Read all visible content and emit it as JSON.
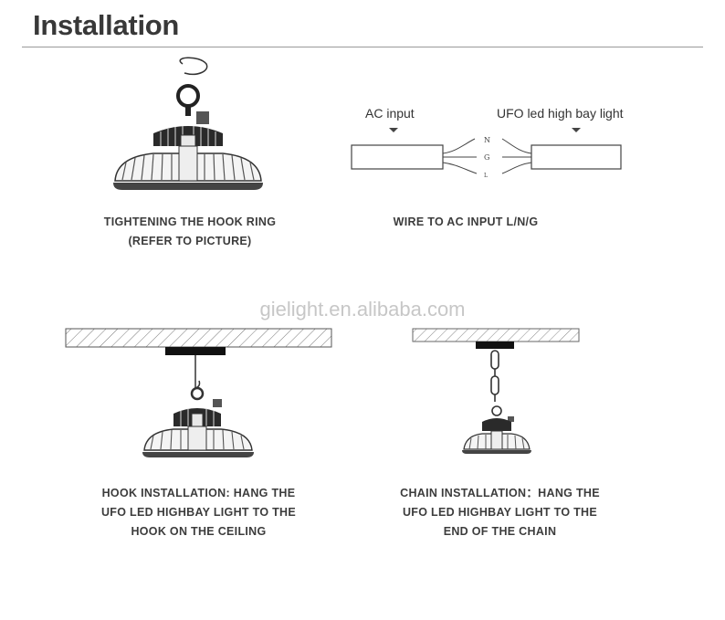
{
  "page": {
    "title": "Installation",
    "watermark": "gielight.en.alibaba.com"
  },
  "steps": [
    {
      "caption_lines": [
        "TIGHTENING THE HOOK RING",
        "(REFER TO PICTURE)"
      ]
    },
    {
      "caption_lines": [
        "WIRE TO AC INPUT L/N/G"
      ]
    },
    {
      "caption_lines": [
        "HOOK INSTALLATION: HANG THE",
        "UFO LED HIGHBAY LIGHT TO THE",
        "HOOK ON THE CEILING"
      ]
    },
    {
      "caption_lines": [
        "CHAIN INSTALLATION：HANG THE",
        "UFO LED HIGHBAY LIGHT TO THE",
        "END OF THE CHAIN"
      ]
    }
  ],
  "wiring": {
    "left_label": "AC input",
    "right_label": "UFO led high bay light",
    "wire_letters": [
      "N",
      "G",
      "L"
    ]
  }
}
